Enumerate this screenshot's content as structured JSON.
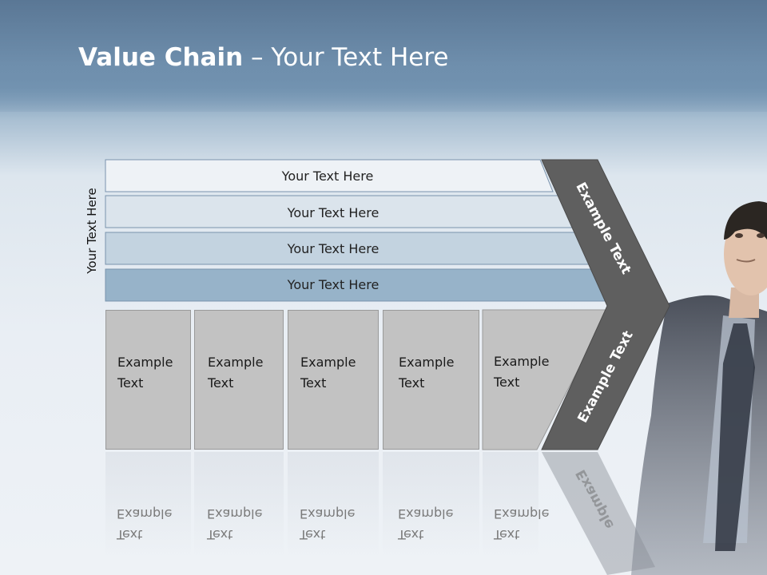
{
  "title": {
    "bold": "Value Chain",
    "rest": " – Your Text Here"
  },
  "side_label": "Your Text Here",
  "rows": [
    {
      "label": "Your Text Here",
      "color": "#eef2f6"
    },
    {
      "label": "Your Text Here",
      "color": "#dbe4ec"
    },
    {
      "label": "Your Text Here",
      "color": "#c3d3e0"
    },
    {
      "label": "Your Text Here",
      "color": "#97b3c9"
    }
  ],
  "boxes": [
    {
      "line1": "Example",
      "line2": "Text"
    },
    {
      "line1": "Example",
      "line2": "Text"
    },
    {
      "line1": "Example",
      "line2": "Text"
    },
    {
      "line1": "Example",
      "line2": "Text"
    },
    {
      "line1": "Example",
      "line2": "Text"
    }
  ],
  "chevron": {
    "upper_text": "Example Text",
    "lower_text": "Example Text",
    "reflection_text": "Example",
    "color": "#5f5f5f"
  }
}
